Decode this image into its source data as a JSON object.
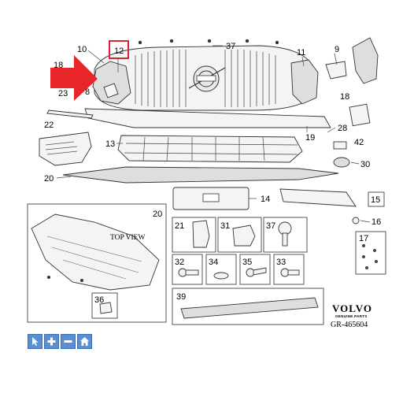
{
  "diagram": {
    "callouts": {
      "c9": "9",
      "c10": "10",
      "c11": "11",
      "c12": "12",
      "c13": "13",
      "c14": "14",
      "c15": "15",
      "c16": "16",
      "c17": "17",
      "c18a": "18",
      "c18b": "18",
      "c19": "19",
      "c20a": "20",
      "c20b": "20",
      "c21": "21",
      "c22": "22",
      "c23": "23",
      "c28": "28",
      "c30": "30",
      "c31": "31",
      "c32": "32",
      "c33": "33",
      "c34": "34",
      "c35": "35",
      "c36": "36",
      "c37a": "37",
      "c37b": "37",
      "c39": "39",
      "c42": "42",
      "c8": "8"
    },
    "top_view_label": "TOP VIEW",
    "brand": "VOLVO",
    "brand_sub": "GENUINE PARTS",
    "doc_number": "GR-465604"
  },
  "highlight": {
    "part": "12",
    "color": "#d9262c"
  },
  "arrow": {
    "color": "#e8262a"
  },
  "toolbar": {
    "buttons": [
      {
        "name": "select-pointer-icon"
      },
      {
        "name": "zoom-in-icon"
      },
      {
        "name": "zoom-out-icon"
      },
      {
        "name": "home-icon"
      }
    ],
    "accent": "#5b8fd1"
  }
}
